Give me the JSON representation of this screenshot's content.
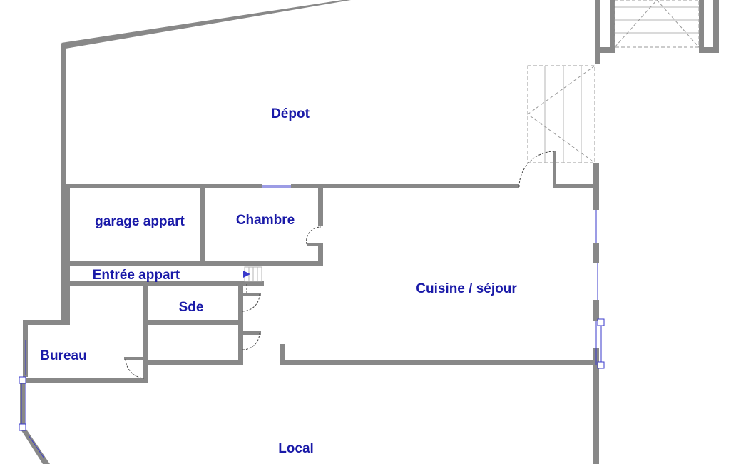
{
  "plan": {
    "rooms": {
      "depot": "Dépot",
      "garage_appart": "garage appart",
      "chambre": "Chambre",
      "entree_appart": "Entrée appart",
      "sde": "Sde",
      "cuisine_sejour": "Cuisine / séjour",
      "bureau": "Bureau",
      "local": "Local"
    },
    "colors": {
      "label": "#1a1aa8",
      "wall": "#888888",
      "window": "#3a3acb"
    }
  }
}
